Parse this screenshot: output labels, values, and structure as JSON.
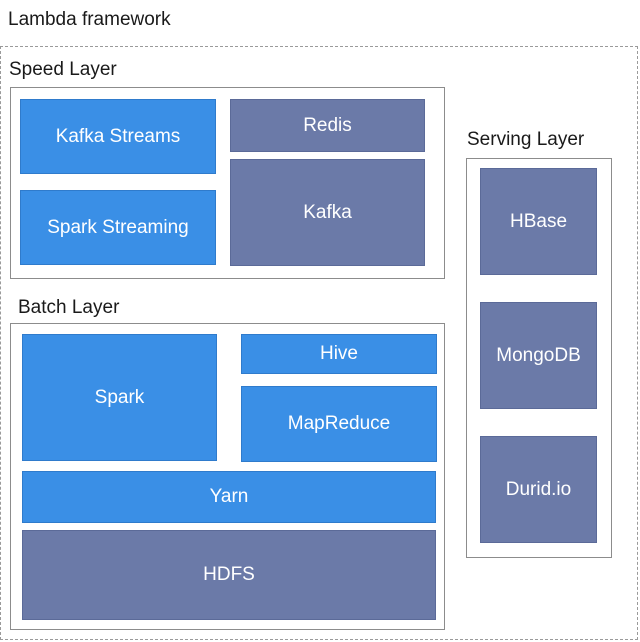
{
  "title": "Lambda framework",
  "colors": {
    "blue": "#3a8fe6",
    "slate": "#6b7aa8",
    "frame": "#8c8c8c"
  },
  "speed_layer": {
    "label": "Speed Layer",
    "components": {
      "kafka_streams": "Kafka Streams",
      "spark_streaming": "Spark Streaming",
      "redis": "Redis",
      "kafka": "Kafka"
    }
  },
  "batch_layer": {
    "label": "Batch Layer",
    "components": {
      "spark": "Spark",
      "hive": "Hive",
      "mapreduce": "MapReduce",
      "yarn": "Yarn",
      "hdfs": "HDFS"
    }
  },
  "serving_layer": {
    "label": "Serving Layer",
    "components": {
      "hbase": "HBase",
      "mongodb": "MongoDB",
      "durid": "Durid.io"
    }
  }
}
